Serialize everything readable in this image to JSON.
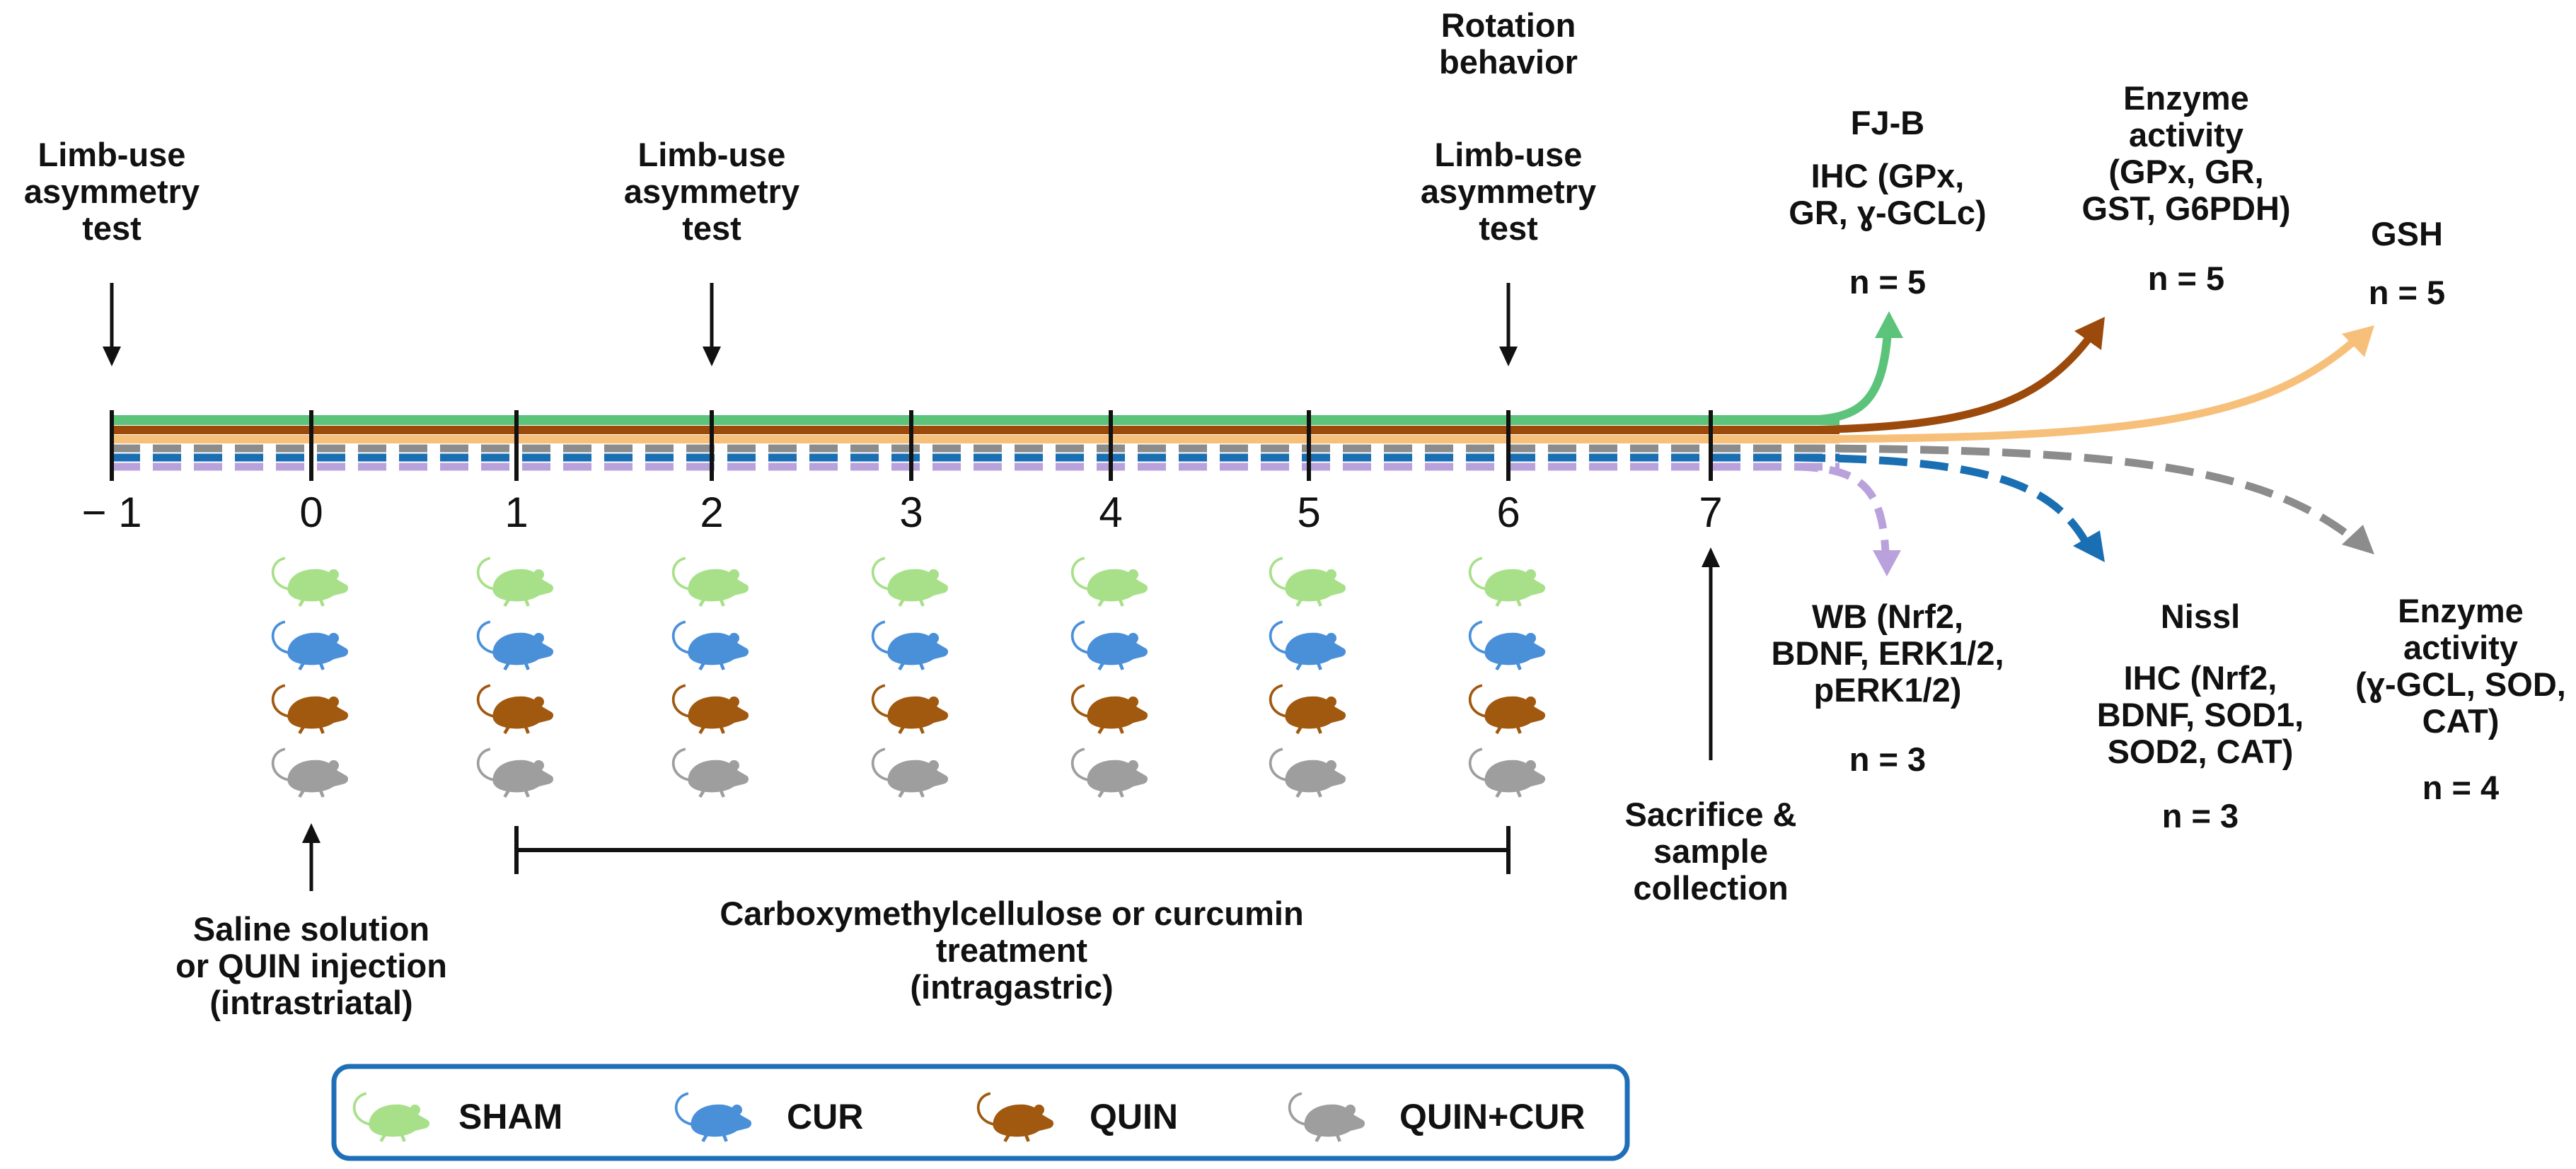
{
  "tick_labels": [
    "− 1",
    "0",
    "1",
    "2",
    "3",
    "4",
    "5",
    "6",
    "7"
  ],
  "top_tests": [
    {
      "lines": [
        "Limb-use",
        "asymmetry",
        "test"
      ]
    },
    {
      "lines": [
        "Limb-use",
        "asymmetry",
        "test"
      ]
    },
    {
      "lines": [
        "Limb-use",
        "asymmetry",
        "test"
      ]
    }
  ],
  "rotation": {
    "lines": [
      "Rotation",
      "behavior"
    ]
  },
  "outcomes_top": [
    {
      "lines": [
        "FJ-B",
        "IHC (GPx,",
        "GR, ɣ-GCLc)",
        "n = 5"
      ]
    },
    {
      "lines": [
        "Enzyme",
        "activity",
        "(GPx, GR,",
        "GST, G6PDH)",
        "n = 5"
      ]
    },
    {
      "lines": [
        "GSH",
        "n = 5"
      ]
    }
  ],
  "outcomes_bottom": [
    {
      "lines": [
        "WB (Nrf2,",
        "BDNF, ERK1/2,",
        "pERK1/2)",
        "n = 3"
      ]
    },
    {
      "lines": [
        "Nissl",
        "IHC (Nrf2,",
        "BDNF, SOD1,",
        "SOD2, CAT)",
        "n = 3"
      ]
    },
    {
      "lines": [
        "Enzyme",
        "activity",
        "(ɣ-GCL, SOD,",
        "CAT)",
        "n = 4"
      ]
    }
  ],
  "injection": {
    "lines": [
      "Saline solution",
      "or QUIN injection",
      "(intrastriatal)"
    ]
  },
  "treatment": {
    "lines": [
      "Carboxymethylcellulose or curcumin",
      "treatment",
      "(intragastric)"
    ]
  },
  "sacrifice": {
    "lines": [
      "Sacrifice &",
      "sample",
      "collection"
    ]
  },
  "groups": [
    {
      "label": "SHAM",
      "color": "#a8e08a"
    },
    {
      "label": "CUR",
      "color": "#4a90d9"
    },
    {
      "label": "QUIN",
      "color": "#a0590f"
    },
    {
      "label": "QUIN+CUR",
      "color": "#9e9e9e"
    }
  ],
  "line_colors": {
    "sham": "#5cc47a",
    "quin": "#9c4a0c",
    "orange": "#f7c07a",
    "quincur": "#8c8c8c",
    "cur": "#1a6fb3",
    "purple": "#b9a2dc"
  },
  "legend_border": "#1f6fb8"
}
